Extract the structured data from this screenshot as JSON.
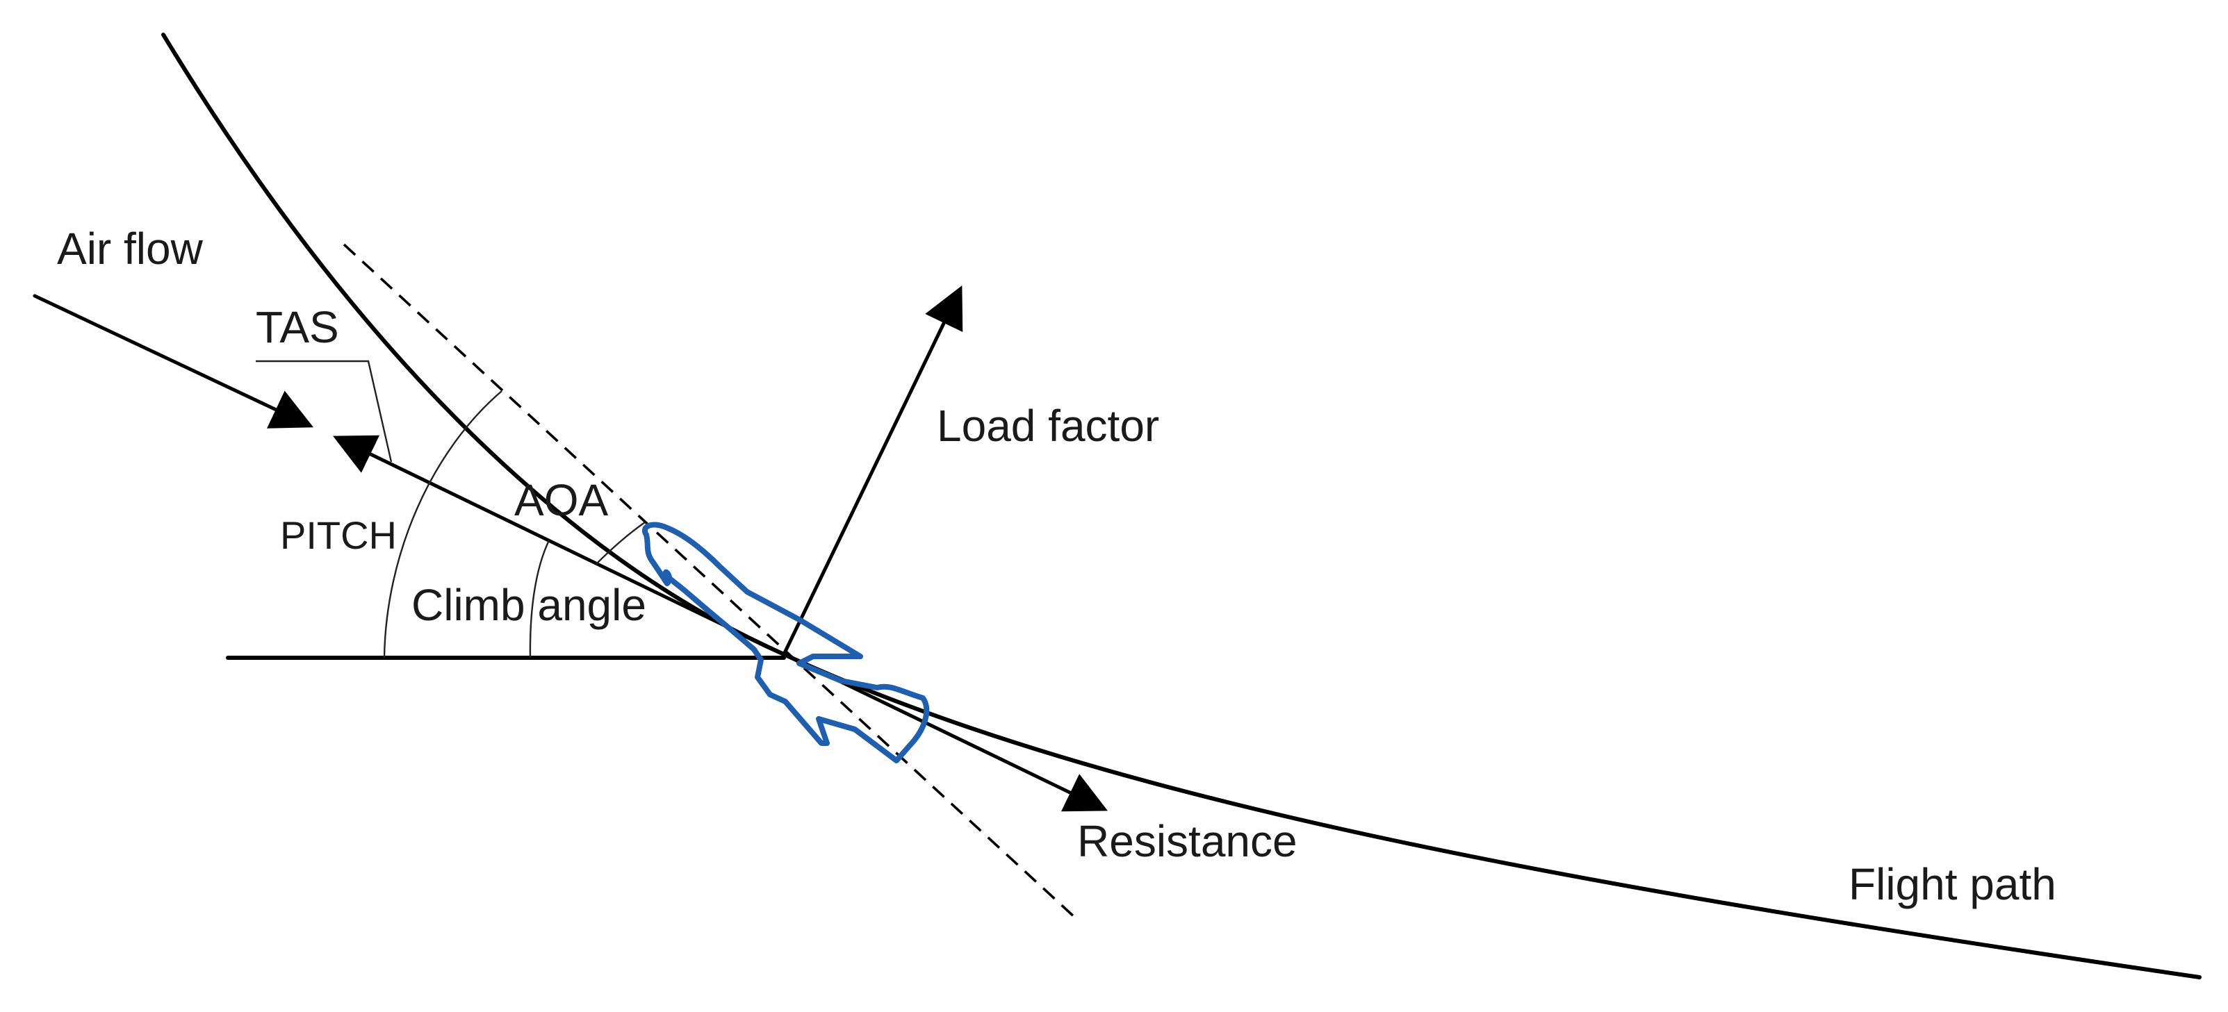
{
  "diagram": {
    "labels": {
      "air_flow": "Air flow",
      "tas": "TAS",
      "pitch": "PITCH",
      "aoa": "AOA",
      "climb_angle": "Climb angle",
      "load_factor": "Load factor",
      "resistance": "Resistance",
      "flight_path": "Flight path"
    },
    "colors": {
      "lines": "#000000",
      "aircraft_outline": "#1f5fae",
      "text": "#1a1a1a",
      "background": "#ffffff"
    },
    "icons": {
      "aircraft": "airplane-outline-icon"
    }
  }
}
